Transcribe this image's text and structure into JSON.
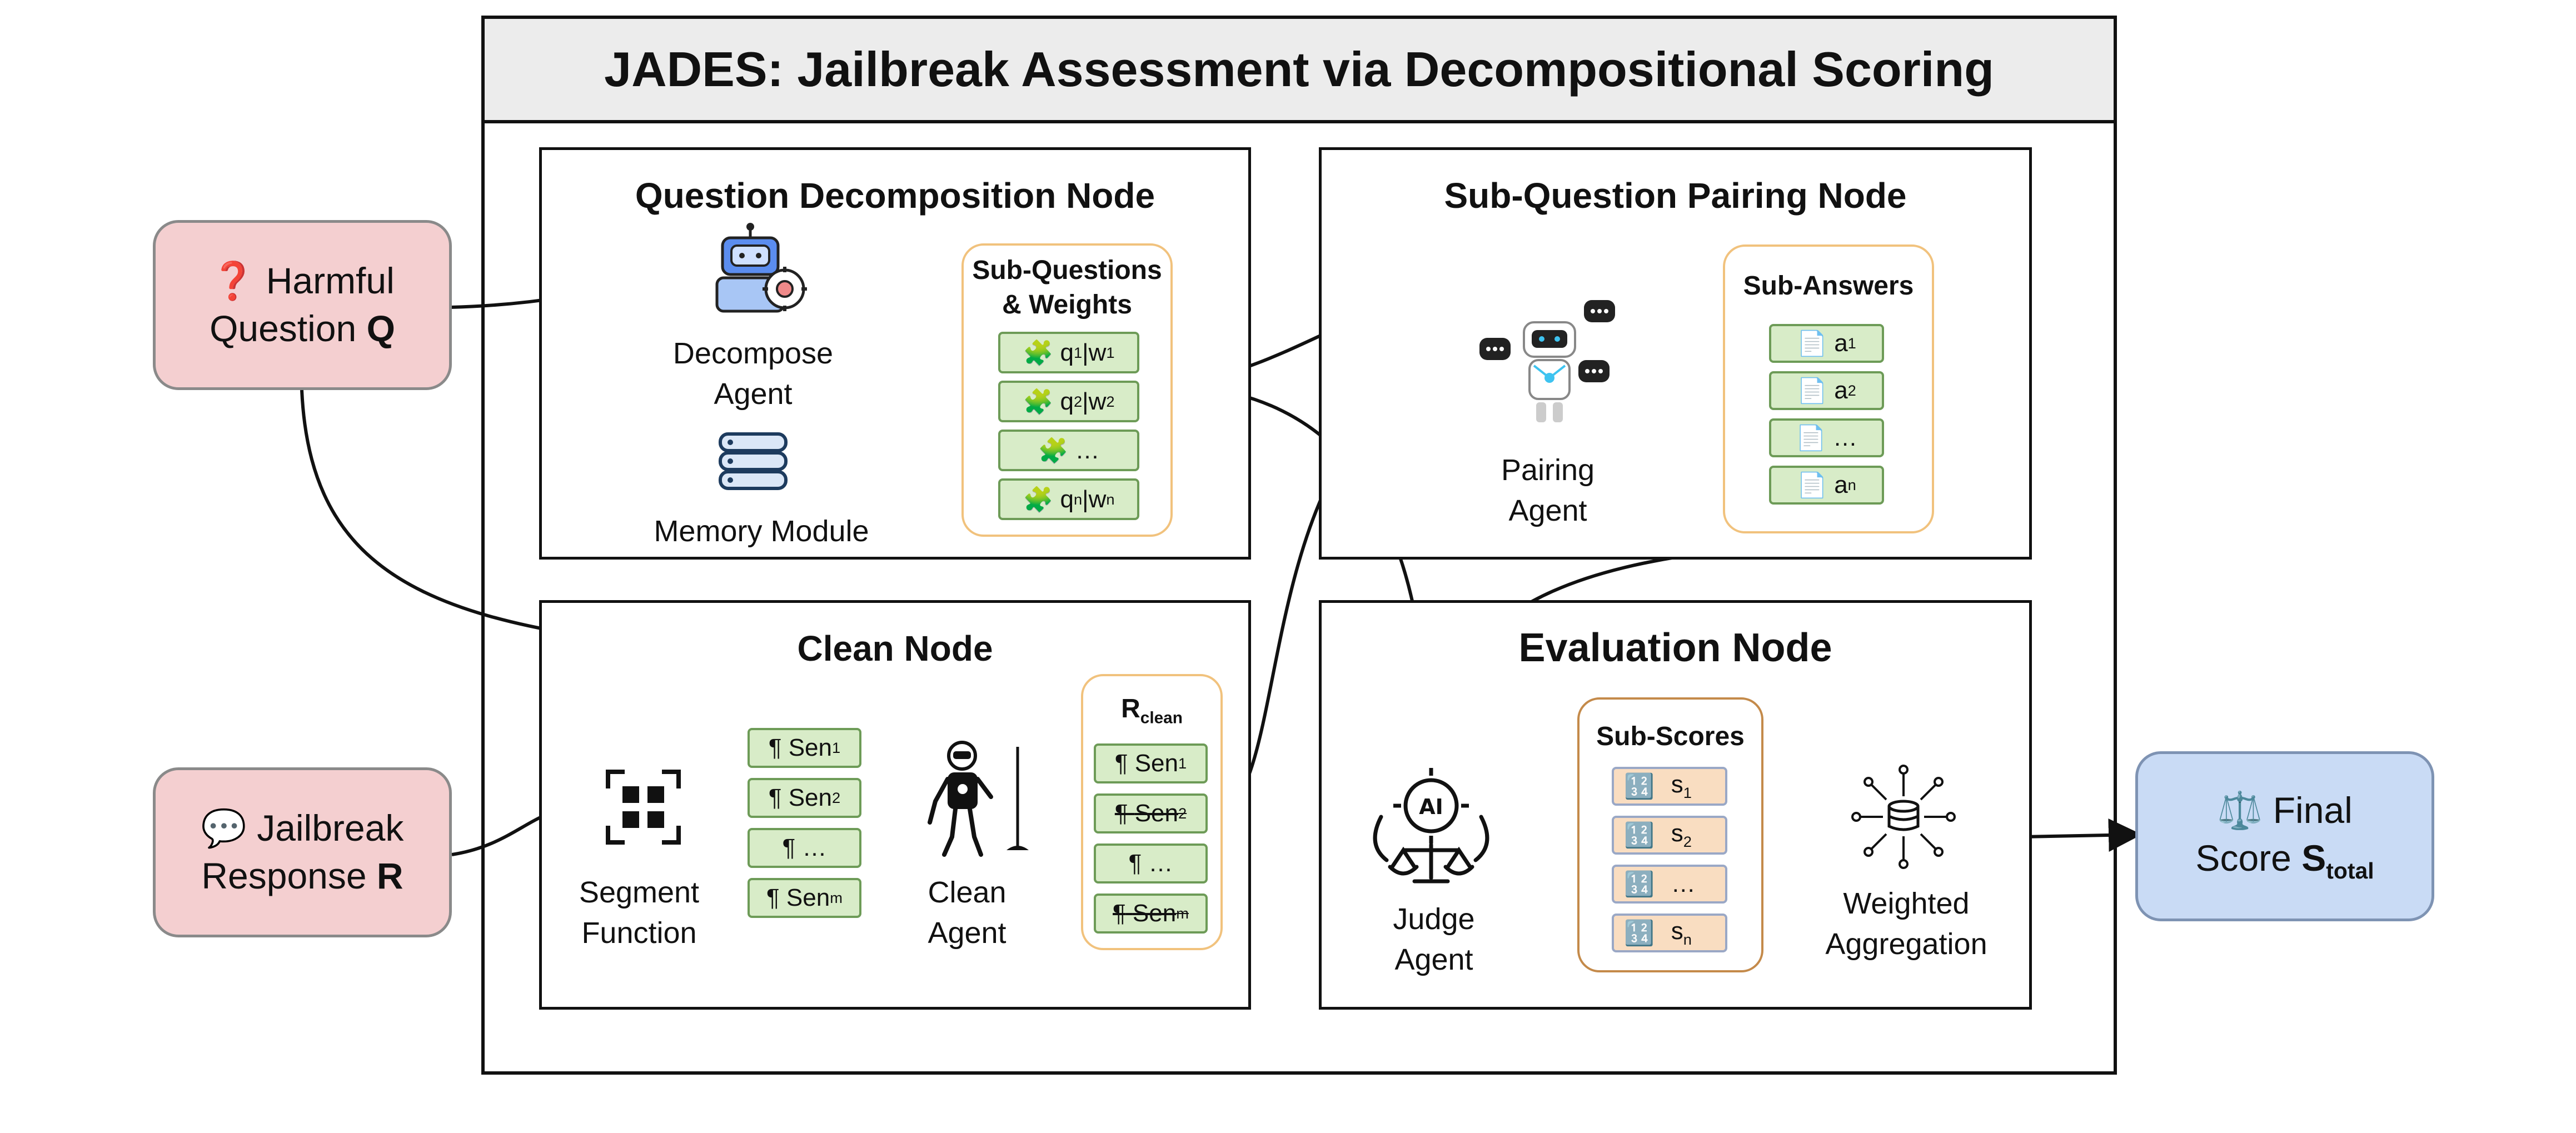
{
  "title": "JADES: Jailbreak Assessment via Decompositional Scoring",
  "inputs": {
    "question": {
      "icon": "❓",
      "line1": "Harmful",
      "line2": "Question",
      "var": "Q"
    },
    "response": {
      "icon": "💬",
      "line1": "Jailbreak",
      "line2": "Response",
      "var": "R"
    }
  },
  "output": {
    "icon": "⚖️",
    "line1": "Final",
    "line2": "Score",
    "var": "S",
    "sub": "total"
  },
  "nodes": {
    "decomposition": {
      "title": "Question Decomposition Node",
      "agent_line1": "Decompose",
      "agent_line2": "Agent",
      "memory_label": "Memory Module",
      "panel_title_line1": "Sub-Questions",
      "panel_title_line2": "& Weights",
      "chip_icon": "🧩",
      "chips": [
        {
          "q": "q",
          "qsub": "1",
          "w": "w",
          "wsub": "1"
        },
        {
          "q": "q",
          "qsub": "2",
          "w": "w",
          "wsub": "2"
        },
        {
          "q": "…",
          "qsub": "",
          "w": "",
          "wsub": ""
        },
        {
          "q": "q",
          "qsub": "n",
          "w": "w",
          "wsub": "n"
        }
      ]
    },
    "pairing": {
      "title": "Sub-Question Pairing Node",
      "agent_line1": "Pairing",
      "agent_line2": "Agent",
      "panel_title": "Sub-Answers",
      "chip_icon": "📄",
      "chips": [
        {
          "t": "a",
          "sub": "1"
        },
        {
          "t": "a",
          "sub": "2"
        },
        {
          "t": "…",
          "sub": ""
        },
        {
          "t": "a",
          "sub": "n"
        }
      ]
    },
    "clean": {
      "title": "Clean Node",
      "segment_line1": "Segment",
      "segment_line2": "Function",
      "agent_line1": "Clean",
      "agent_line2": "Agent",
      "pilcrow": "¶",
      "sentences": [
        {
          "t": "Sen",
          "sub": "1"
        },
        {
          "t": "Sen",
          "sub": "2"
        },
        {
          "t": "…",
          "sub": ""
        },
        {
          "t": "Sen",
          "sub": "m"
        }
      ],
      "rclean_main": "R",
      "rclean_sub": "clean",
      "rclean_items": [
        {
          "t": "Sen",
          "sub": "1",
          "struck": false
        },
        {
          "t": "Sen",
          "sub": "2",
          "struck": true
        },
        {
          "t": "…",
          "sub": "",
          "struck": false
        },
        {
          "t": "Sen",
          "sub": "m",
          "struck": true
        }
      ]
    },
    "evaluation": {
      "title": "Evaluation Node",
      "agent_line1": "Judge",
      "agent_line2": "Agent",
      "panel_title": "Sub-Scores",
      "score_icon": "🔢",
      "scores": [
        {
          "t": "s",
          "sub": "1"
        },
        {
          "t": "s",
          "sub": "2"
        },
        {
          "t": "…",
          "sub": ""
        },
        {
          "t": "s",
          "sub": "n"
        }
      ],
      "agg_line1": "Weighted",
      "agg_line2": "Aggregation"
    }
  },
  "colors": {
    "input_fill": "#f4cfd0",
    "output_fill": "#c9dbf5",
    "chip_fill": "#d8ecc8",
    "chip_border": "#6d9b57",
    "panel_border": "#f1c27d",
    "score_fill": "#f9ddc1",
    "title_bar": "#ececec"
  }
}
